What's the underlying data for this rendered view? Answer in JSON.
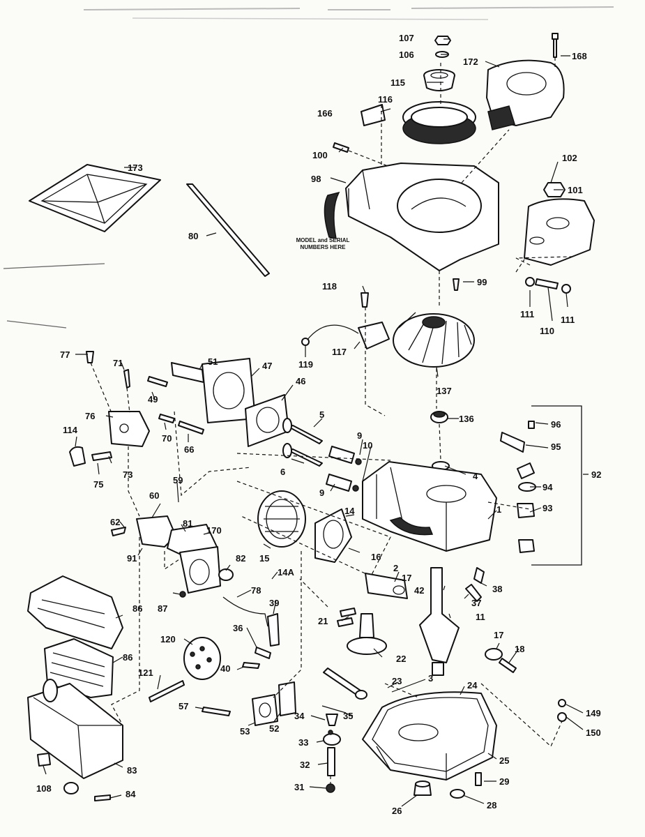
{
  "callout_labels": {
    "p107": "107",
    "p106": "106",
    "p168": "168",
    "p172": "172",
    "p115": "115",
    "p116": "116",
    "p166": "166",
    "p173": "173",
    "p100": "100",
    "p102": "102",
    "p98": "98",
    "p101": "101",
    "p80": "80",
    "p118": "118",
    "p99": "99",
    "p111a": "111",
    "p111b": "111",
    "p110": "110",
    "p77": "77",
    "p71": "71",
    "p51": "51",
    "p47": "47",
    "p119": "119",
    "p117": "117",
    "p137": "137",
    "p46": "46",
    "p49": "49",
    "p76": "76",
    "p5": "5",
    "p114": "114",
    "p70": "70",
    "p66": "66",
    "p136": "136",
    "p96": "96",
    "p95": "95",
    "p9a": "9",
    "p10": "10",
    "p4": "4",
    "p92": "92",
    "p6": "6",
    "p75": "75",
    "p73": "73",
    "p59": "59",
    "p9b": "9",
    "p94": "94",
    "p60": "60",
    "p14": "14",
    "p1": "1",
    "p93": "93",
    "p62": "62",
    "p81": "81",
    "p170": "170",
    "p15": "15",
    "p16": "16",
    "p91": "91",
    "p82": "82",
    "p14a": "14A",
    "p2": "2",
    "p17a": "17",
    "p38": "38",
    "p42": "42",
    "p37": "37",
    "p87": "87",
    "p78": "78",
    "p86a": "86",
    "p39": "39",
    "p21": "21",
    "p11": "11",
    "p36": "36",
    "p120": "120",
    "p17b": "17",
    "p18": "18",
    "p22": "22",
    "p86b": "86",
    "p40": "40",
    "p121": "121",
    "p3": "3",
    "p23": "23",
    "p24": "24",
    "p57": "57",
    "p34": "34",
    "p35": "35",
    "p149": "149",
    "p53": "53",
    "p52": "52",
    "p150": "150",
    "p33": "33",
    "p25": "25",
    "p83": "83",
    "p32": "32",
    "p108": "108",
    "p84": "84",
    "p31": "31",
    "p29": "29",
    "p26": "26",
    "p28": "28"
  },
  "serial_note": {
    "line1": "MODEL and SERIAL",
    "line2": "NUMBERS HERE"
  }
}
